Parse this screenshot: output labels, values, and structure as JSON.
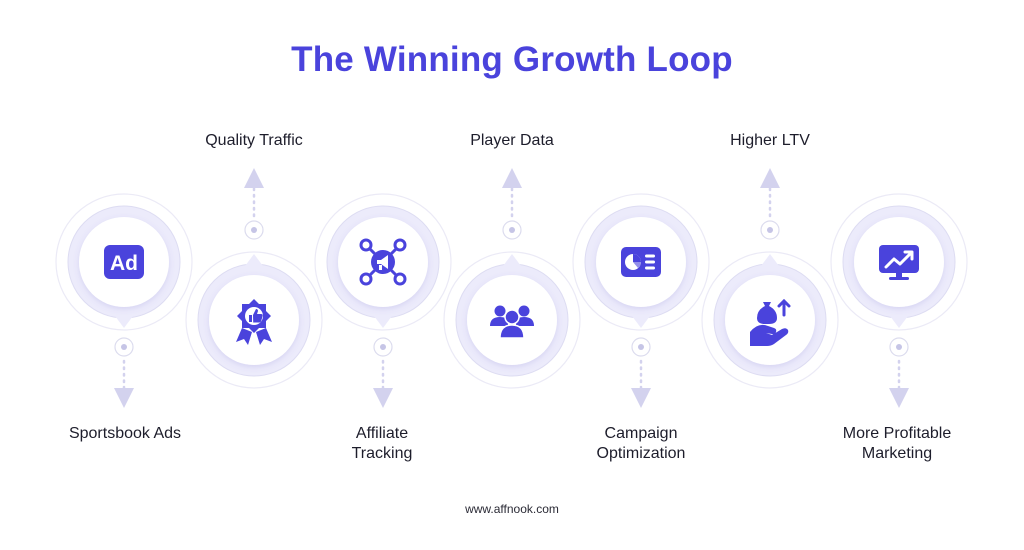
{
  "title": "The Winning Growth Loop",
  "steps": [
    {
      "label": "Sportsbook Ads",
      "icon": "ad-icon",
      "position": "top"
    },
    {
      "label": "Quality Traffic",
      "icon": "award-badge-icon",
      "position": "bottom"
    },
    {
      "label": "Affiliate Tracking",
      "icon": "network-megaphone-icon",
      "position": "top"
    },
    {
      "label": "Player Data",
      "icon": "users-group-icon",
      "position": "bottom"
    },
    {
      "label": "Campaign Optimization",
      "icon": "dashboard-pie-icon",
      "position": "top"
    },
    {
      "label": "Higher LTV",
      "icon": "hand-money-bag-icon",
      "position": "bottom"
    },
    {
      "label": "More Profitable Marketing",
      "icon": "monitor-growth-icon",
      "position": "top"
    }
  ],
  "footer": "www.affnook.com",
  "colors": {
    "accent": "#4a43dc",
    "ring": "#ecebfb",
    "ring_stroke": "#dddcf2",
    "text": "#1d1d2b"
  }
}
